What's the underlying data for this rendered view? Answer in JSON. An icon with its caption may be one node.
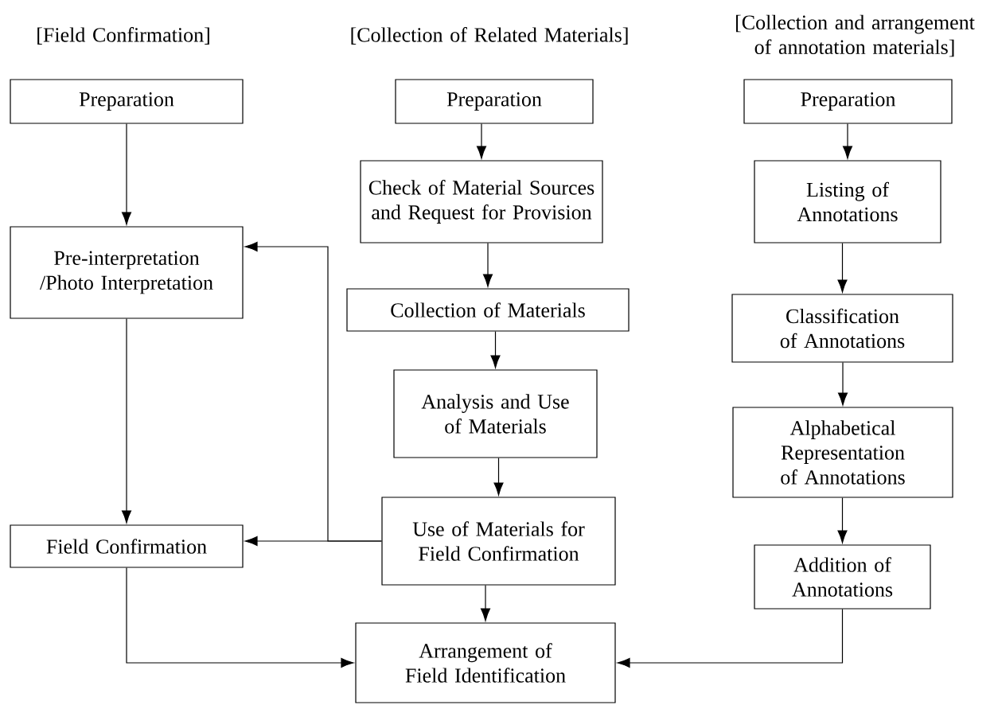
{
  "diagram": {
    "nodes": [
      {
        "text": [
          "Preparation"
        ]
      },
      {
        "text": [
          "Pre-interpretation /Photo Interpretation"
        ]
      },
      {
        "text": [
          "Field Confirmation"
        ]
      },
      {
        "text": [
          "Preparation"
        ]
      },
      {
        "text": [
          "Check of Material Sources and Request for Provision"
        ]
      },
      {
        "text": [
          "Collection of Materials"
        ]
      },
      {
        "text": [
          "Analysis and Use of Materials"
        ]
      },
      {
        "text": [
          "Use of Materials for Field Confirmation"
        ]
      },
      {
        "text": [
          "Arrangement of Field Identification"
        ]
      },
      {
        "text": [
          "Preparation"
        ]
      },
      {
        "text": [
          "Listing of Annotations"
        ]
      },
      {
        "text": [
          "Classification of Annotations"
        ]
      },
      {
        "text": [
          "Alphabetical Representation of Annotations"
        ]
      },
      {
        "text": [
          "Addition of Annotations"
        ]
      }
    ],
    "edges": [
      {
        "from": 0,
        "to": 1,
        "arrow": "to"
      },
      {
        "from": 1,
        "to": 2,
        "arrow": "to"
      },
      {
        "from": 3,
        "to": 4,
        "arrow": "to"
      },
      {
        "from": 4,
        "to": 5,
        "arrow": "to"
      },
      {
        "from": 5,
        "to": 6,
        "arrow": "to"
      },
      {
        "from": 6,
        "to": 7,
        "arrow": "to"
      },
      {
        "from": 7,
        "to": 2,
        "arrow": "to"
      },
      {
        "from": 7,
        "to": 1,
        "arrow": "to"
      },
      {
        "from": 7,
        "to": 8,
        "arrow": "to"
      },
      {
        "from": 2,
        "to": 8,
        "arrow": "to"
      },
      {
        "from": 9,
        "to": 10,
        "arrow": "to"
      },
      {
        "from": 10,
        "to": 11,
        "arrow": "to"
      },
      {
        "from": 11,
        "to": 12,
        "arrow": "to"
      },
      {
        "from": 12,
        "to": 13,
        "arrow": "to"
      },
      {
        "from": 13,
        "to": 8,
        "arrow": "to"
      }
    ],
    "labels": [
      "[Field Confirmation]",
      "[Collection of Related Materials]",
      "[Collection and arrangement of annotation materials]"
    ]
  }
}
